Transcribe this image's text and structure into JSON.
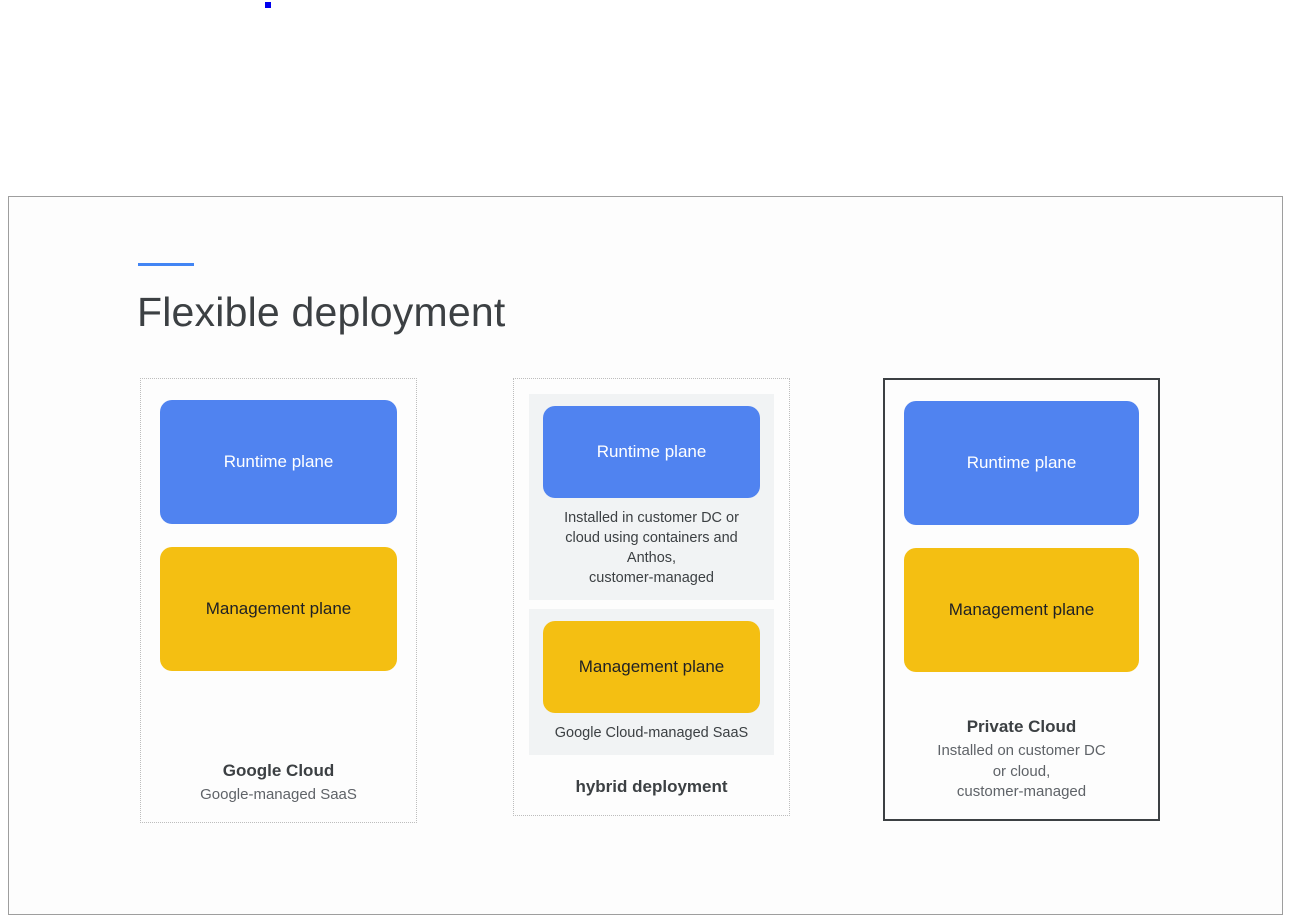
{
  "slide": {
    "title": "Flexible deployment",
    "accent_color": "#4285f4",
    "frame_border_color": "#9e9e9e"
  },
  "colors": {
    "runtime_plane": "#5083f0",
    "management_plane": "#f4bf12",
    "card_background": "#f1f3f4",
    "solid_border": "#3c4043",
    "dotted_border": "#bdbdbd"
  },
  "columns": [
    {
      "id": "google-cloud",
      "border_style": "dotted",
      "runtime_label": "Runtime plane",
      "management_label": "Management plane",
      "caption_title": "Google Cloud",
      "caption_sub": "Google-managed SaaS"
    },
    {
      "id": "hybrid-deployment",
      "border_style": "dotted",
      "runtime_label": "Runtime plane",
      "runtime_note": "Installed in customer DC or\ncloud using containers and\nAnthos,\ncustomer-managed",
      "management_label": "Management plane",
      "management_note": "Google Cloud-managed SaaS",
      "caption_title": "hybrid deployment"
    },
    {
      "id": "private-cloud",
      "border_style": "solid",
      "runtime_label": "Runtime plane",
      "management_label": "Management plane",
      "caption_title": "Private Cloud",
      "caption_sub": "Installed on customer DC\nor cloud,\ncustomer-managed"
    }
  ]
}
